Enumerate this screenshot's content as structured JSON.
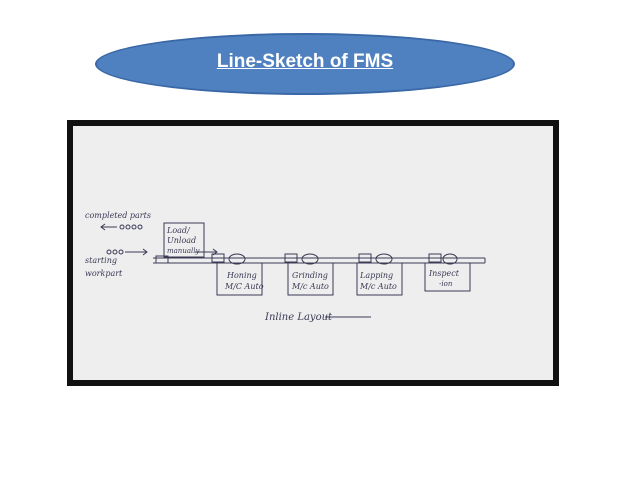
{
  "slide": {
    "title": "Line-Sketch of FMS"
  },
  "sketch": {
    "completed_parts_label": "completed parts",
    "starting_label_line1": "starting",
    "starting_label_line2": "workpart",
    "load_station_line1": "Load/",
    "load_station_line2": "Unload",
    "load_station_line3": "manually",
    "stations": [
      {
        "line1": "Honing",
        "line2": "M/C Auto"
      },
      {
        "line1": "Grinding",
        "line2": "M/c Auto"
      },
      {
        "line1": "Lapping",
        "line2": "M/c Auto"
      },
      {
        "line1": "Inspect",
        "line2": "-ion"
      }
    ],
    "caption": "Inline Layout"
  },
  "colors": {
    "oval_fill": "#4f80c0",
    "title_text": "#ffffff",
    "frame": "#111111",
    "paper": "#eeeeee",
    "pencil": "#3a3a55"
  }
}
